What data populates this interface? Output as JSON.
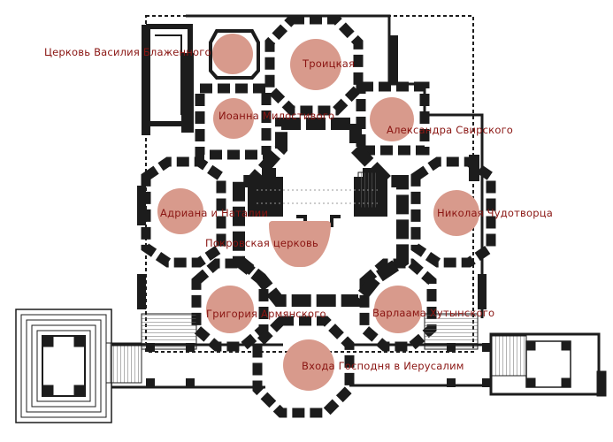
{
  "colors": {
    "wall": "#1c1c1c",
    "hatch": "#777777",
    "marker": "#d89a8c",
    "label": "#8a1512",
    "background": "#ffffff"
  },
  "chapels": [
    {
      "id": "vasily",
      "name": "Церковь Василия Блаженного"
    },
    {
      "id": "troitskaya",
      "name": "Троицкая"
    },
    {
      "id": "ioanna",
      "name": "Иоанна Милостивого"
    },
    {
      "id": "aleksandra",
      "name": "Александра Свирского"
    },
    {
      "id": "adriana",
      "name": "Адриана и Наталии"
    },
    {
      "id": "nikolaya",
      "name": "Николая Чудотворца"
    },
    {
      "id": "pokrovskaya",
      "name": "Покровская церковь"
    },
    {
      "id": "grigoriya",
      "name": "Григория Армянского"
    },
    {
      "id": "varlaama",
      "name": "Варлаама Хутынского"
    },
    {
      "id": "vkhoda",
      "name": "Входа Господня в Иерусалим"
    }
  ]
}
